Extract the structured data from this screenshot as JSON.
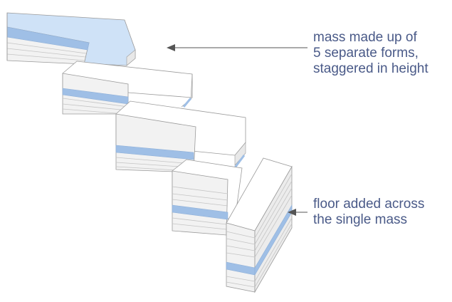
{
  "annotations": {
    "mass": {
      "lines": [
        "mass made up of",
        "5 separate forms,",
        "staggered in height"
      ]
    },
    "floor": {
      "lines": [
        "floor added across",
        "the single mass"
      ]
    }
  },
  "colors": {
    "text": "#4a5a88",
    "arrow": "#555555",
    "highlight_face": "#9fbfe6",
    "highlight_top": "#cfe2f7",
    "top_face": "#ffffff",
    "side_face": "#f2f2f2",
    "edge": "#9a9a9a",
    "floor_line": "#c4c4c4"
  },
  "building_forms": 5
}
